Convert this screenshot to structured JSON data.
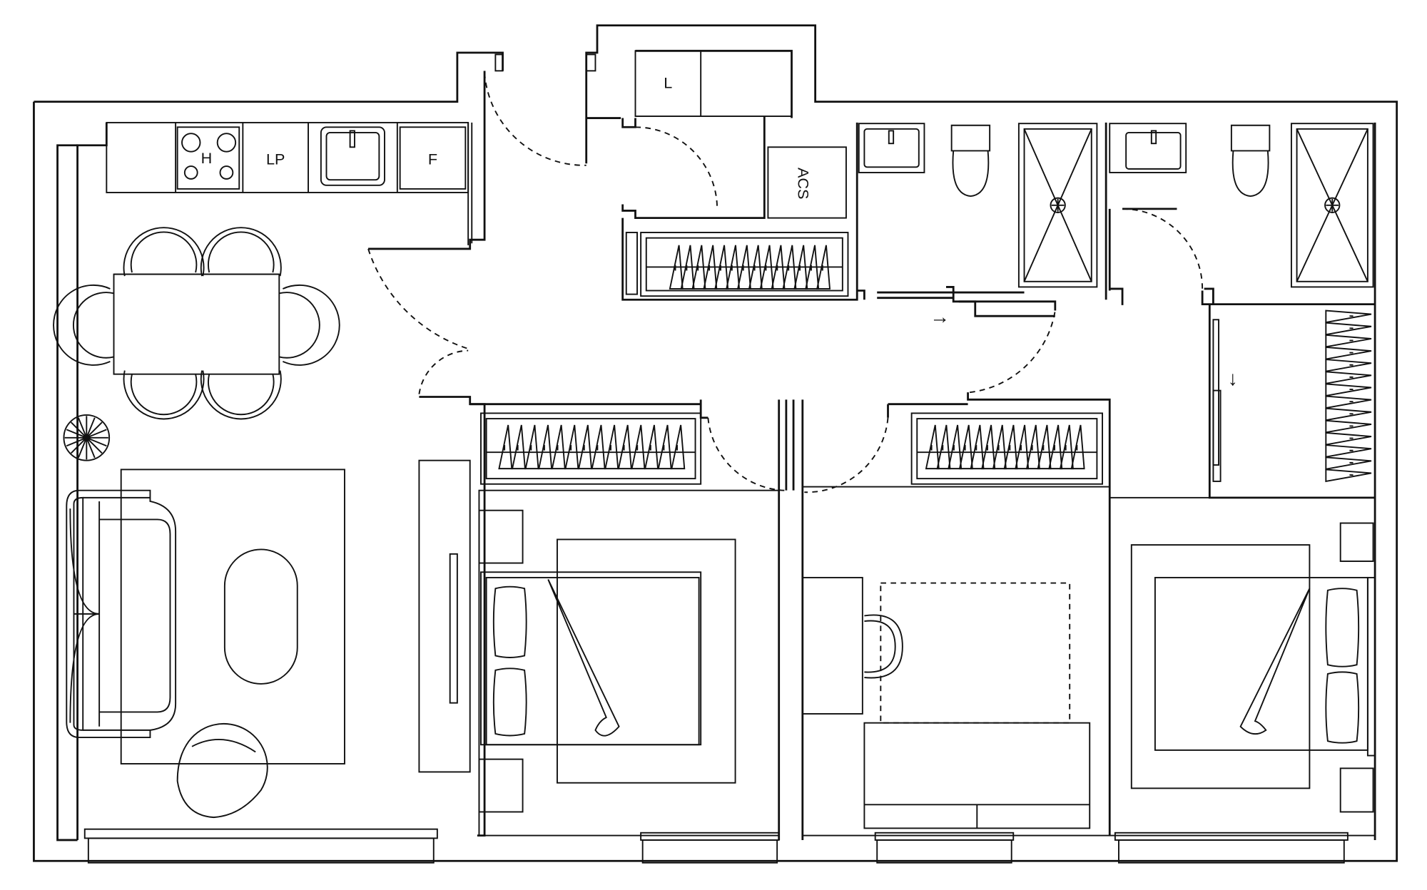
{
  "labels": {
    "hob": "H",
    "dishwasher": "LP",
    "fridge": "F",
    "laundry": "L",
    "water_heater": "ACS"
  },
  "arrows": {
    "hall": "→",
    "closet": "↓"
  },
  "colors": {
    "line": "#111111",
    "background": "#ffffff"
  }
}
